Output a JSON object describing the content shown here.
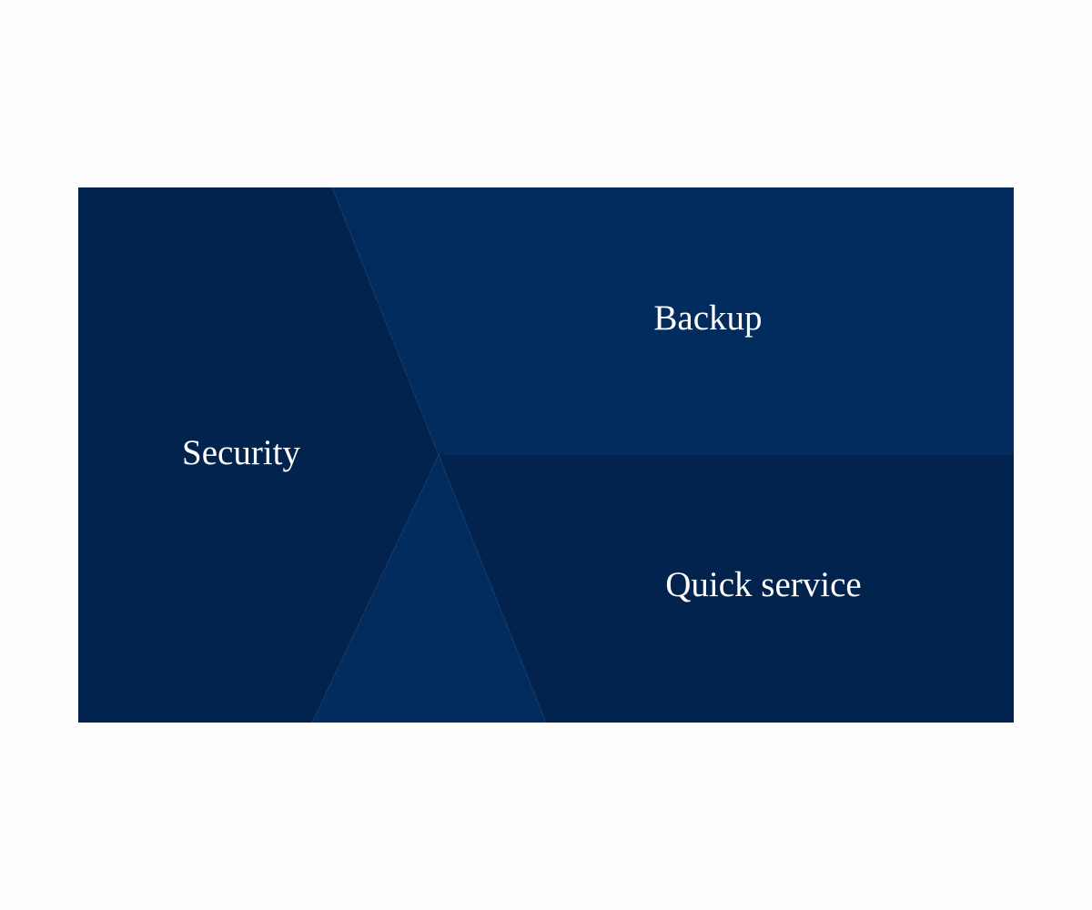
{
  "colors": {
    "dark": "#02234e",
    "light": "#012c5d",
    "text": "#ffffff",
    "background": "#fefefe"
  },
  "segments": [
    {
      "label": "Security",
      "shade": "dark"
    },
    {
      "label": "Backup",
      "shade": "light"
    },
    {
      "label": "Quick service",
      "shade": "dark"
    },
    {
      "label": "",
      "shade": "light"
    }
  ]
}
